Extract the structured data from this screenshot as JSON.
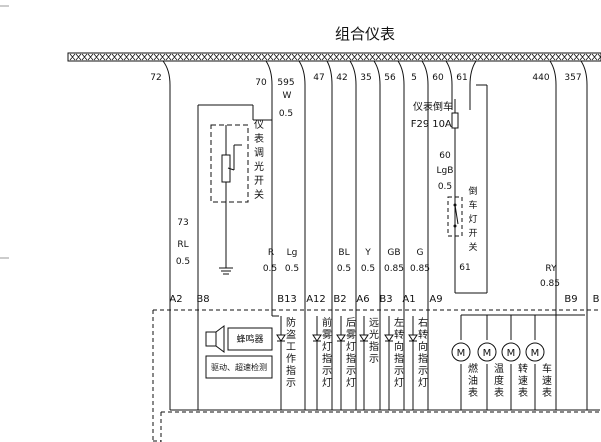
{
  "title": "组合仪表",
  "wire_numbers": [
    "72",
    "70",
    "595",
    "47",
    "42",
    "35",
    "56",
    "5",
    "60",
    "61",
    "440",
    "357"
  ],
  "w595_code": "W",
  "w595_size": "0.5",
  "dimmer_label": "仪表调光开关",
  "fuse_label": "仪表倒车",
  "fuse_code": "F29",
  "fuse_rating": "10A",
  "w60_number": "60",
  "w60_color": "LgB",
  "w60_size": "0.5",
  "reverse_switch_label": "倒车灯开关",
  "w73_number": "73",
  "w73_color": "RL",
  "w73_size": "0.5",
  "wire_attrs": [
    {
      "color": "R",
      "size": "0.5"
    },
    {
      "color": "Lg",
      "size": "0.5"
    },
    {
      "color": "BL",
      "size": "0.5"
    },
    {
      "color": "Y",
      "size": "0.5"
    },
    {
      "color": "GB",
      "size": "0.85"
    },
    {
      "color": "G",
      "size": "0.85"
    }
  ],
  "node_61": "61",
  "ry_color": "RY",
  "ry_size": "0.85",
  "pins": [
    "A2",
    "B8",
    "B13",
    "A12",
    "B2",
    "A6",
    "B3",
    "A1",
    "A9",
    "B9",
    "B"
  ],
  "buzzer_label": "蜂鸣器",
  "drive_label": "驱动、超速检测",
  "indicators": [
    "防盗工作指示",
    "前雾灯指示灯",
    "后雾灯指示灯",
    "远光指示",
    "左转向指示灯",
    "右转向指示灯"
  ],
  "gauges": [
    "燃油表",
    "温度表",
    "转速表",
    "车速表"
  ]
}
